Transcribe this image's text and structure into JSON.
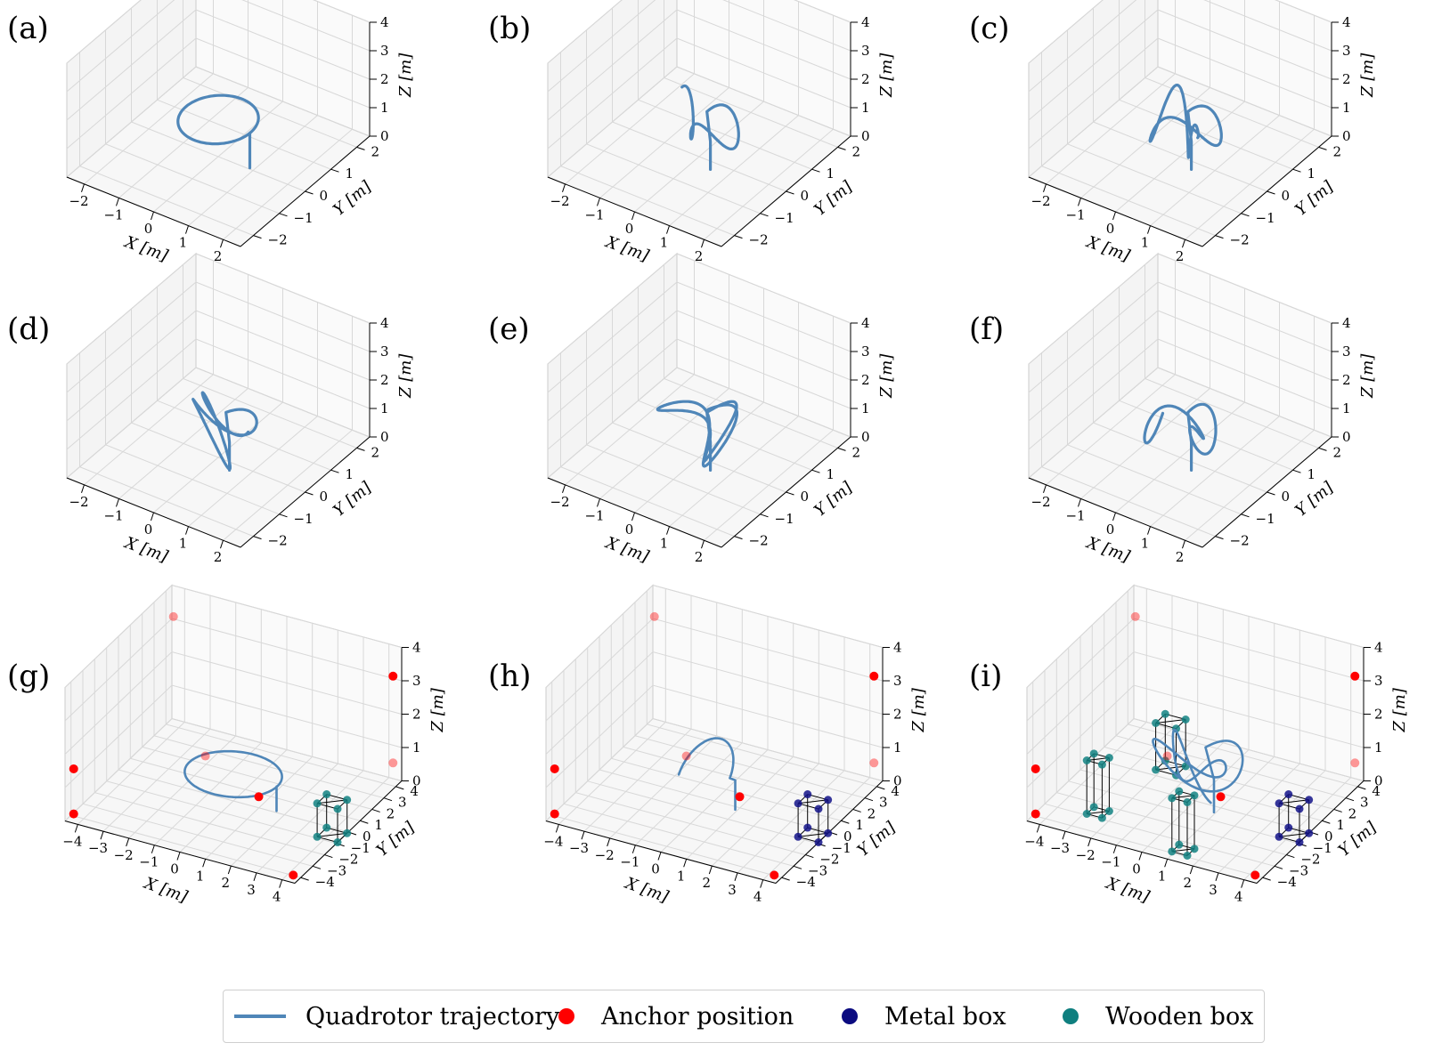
{
  "chart_data": [
    {
      "panel": "(a)",
      "type": "line3d",
      "row": 0,
      "trajectory": "circle",
      "zlabel": "Z [m]",
      "xlabel": "X [m]",
      "ylabel": "Y [m]",
      "xlim": [
        -2.5,
        2.5
      ],
      "ylim": [
        -2.5,
        2.5
      ],
      "zlim": [
        0,
        4
      ],
      "xticks": [
        "−2",
        "−1",
        "0",
        "1",
        "2"
      ],
      "yticks": [
        "−2",
        "−1",
        "0",
        "1",
        "2"
      ],
      "zticks": [
        "0",
        "1",
        "2",
        "3",
        "4"
      ]
    },
    {
      "panel": "(b)",
      "type": "line3d",
      "row": 0,
      "trajectory": "multi-loop",
      "zlabel": "Z [m]",
      "xlabel": "X [m]",
      "ylabel": "Y [m]",
      "xlim": [
        -2.5,
        2.5
      ],
      "ylim": [
        -2.5,
        2.5
      ],
      "zlim": [
        0,
        4
      ],
      "xticks": [
        "−2",
        "−1",
        "0",
        "1",
        "2"
      ],
      "yticks": [
        "−2",
        "−1",
        "0",
        "1",
        "2"
      ],
      "zticks": [
        "0",
        "1",
        "2",
        "3",
        "4"
      ]
    },
    {
      "panel": "(c)",
      "type": "line3d",
      "row": 0,
      "trajectory": "multi-loop",
      "zlabel": "Z [m]",
      "xlabel": "X [m]",
      "ylabel": "Y [m]",
      "xlim": [
        -2.5,
        2.5
      ],
      "ylim": [
        -2.5,
        2.5
      ],
      "zlim": [
        0,
        4
      ],
      "xticks": [
        "−2",
        "−1",
        "0",
        "1",
        "2"
      ],
      "yticks": [
        "−2",
        "−1",
        "0",
        "1",
        "2"
      ],
      "zticks": [
        "0",
        "1",
        "2",
        "3",
        "4"
      ]
    },
    {
      "panel": "(d)",
      "type": "line3d",
      "row": 1,
      "trajectory": "multi-loop",
      "zlabel": "Z [m]",
      "xlabel": "X [m]",
      "ylabel": "Y [m]",
      "xlim": [
        -2.5,
        2.5
      ],
      "ylim": [
        -2.5,
        2.5
      ],
      "zlim": [
        0,
        4
      ],
      "xticks": [
        "−2",
        "−1",
        "0",
        "1",
        "2"
      ],
      "yticks": [
        "−2",
        "−1",
        "0",
        "1",
        "2"
      ],
      "zticks": [
        "0",
        "1",
        "2",
        "3",
        "4"
      ]
    },
    {
      "panel": "(e)",
      "type": "line3d",
      "row": 1,
      "trajectory": "multi-loop",
      "zlabel": "Z [m]",
      "xlabel": "X [m]",
      "ylabel": "Y [m]",
      "xlim": [
        -2.5,
        2.5
      ],
      "ylim": [
        -2.5,
        2.5
      ],
      "zlim": [
        0,
        4
      ],
      "xticks": [
        "−2",
        "−1",
        "0",
        "1",
        "2"
      ],
      "yticks": [
        "−2",
        "−1",
        "0",
        "1",
        "2"
      ],
      "zticks": [
        "0",
        "1",
        "2",
        "3",
        "4"
      ]
    },
    {
      "panel": "(f)",
      "type": "line3d",
      "row": 1,
      "trajectory": "multi-loop",
      "zlabel": "Z [m]",
      "xlabel": "X [m]",
      "ylabel": "Y [m]",
      "xlim": [
        -2.5,
        2.5
      ],
      "ylim": [
        -2.5,
        2.5
      ],
      "zlim": [
        0,
        4
      ],
      "xticks": [
        "−2",
        "−1",
        "0",
        "1",
        "2"
      ],
      "yticks": [
        "−2",
        "−1",
        "0",
        "1",
        "2"
      ],
      "zticks": [
        "0",
        "1",
        "2",
        "3",
        "4"
      ]
    },
    {
      "panel": "(g)",
      "type": "line3d",
      "row": 2,
      "trajectory": "circle",
      "zlabel": "Z [m]",
      "xlabel": "X [m]",
      "ylabel": "Y [m]",
      "xlim": [
        -4.5,
        4.5
      ],
      "ylim": [
        -4.5,
        4.5
      ],
      "zlim": [
        0,
        4
      ],
      "xticks": [
        "−4",
        "−3",
        "−2",
        "−1",
        "0",
        "1",
        "2",
        "3",
        "4"
      ],
      "yticks": [
        "−4",
        "−3",
        "−2",
        "−1",
        "0",
        "1",
        "2",
        "3",
        "4"
      ],
      "zticks": [
        "0",
        "1",
        "2",
        "3",
        "4"
      ],
      "anchors": [
        [
          -4.3,
          4.2,
          3.2
        ],
        [
          4.3,
          4.2,
          3.2
        ],
        [
          -4.3,
          -4.2,
          1.5
        ],
        [
          4.3,
          -4.2,
          0.1
        ],
        [
          -4.3,
          -4.2,
          0.15
        ],
        [
          4.3,
          4.2,
          0.6
        ],
        [
          1.6,
          -1.3,
          0.9
        ],
        [
          -1.7,
          1.3,
          0.55
        ]
      ],
      "boxes": [
        {
          "kind": "wooden",
          "center": [
            4.1,
            -0.5
          ],
          "size": [
            0.8,
            0.8
          ],
          "height": 1.0
        }
      ]
    },
    {
      "panel": "(h)",
      "type": "line3d",
      "row": 2,
      "trajectory": "arc",
      "zlabel": "Z [m]",
      "xlabel": "X [m]",
      "ylabel": "Y [m]",
      "xlim": [
        -4.5,
        4.5
      ],
      "ylim": [
        -4.5,
        4.5
      ],
      "zlim": [
        0,
        4
      ],
      "xticks": [
        "−4",
        "−3",
        "−2",
        "−1",
        "0",
        "1",
        "2",
        "3",
        "4"
      ],
      "yticks": [
        "−4",
        "−3",
        "−2",
        "−1",
        "0",
        "1",
        "2",
        "3",
        "4"
      ],
      "zticks": [
        "0",
        "1",
        "2",
        "3",
        "4"
      ],
      "anchors": [
        [
          -4.3,
          4.2,
          3.2
        ],
        [
          4.3,
          4.2,
          3.2
        ],
        [
          -4.3,
          -4.2,
          1.5
        ],
        [
          4.3,
          -4.2,
          0.1
        ],
        [
          -4.3,
          -4.2,
          0.15
        ],
        [
          4.3,
          4.2,
          0.6
        ],
        [
          1.6,
          -1.3,
          0.9
        ],
        [
          -1.7,
          1.3,
          0.55
        ]
      ],
      "boxes": [
        {
          "kind": "metal",
          "center": [
            4.1,
            -0.5
          ],
          "size": [
            0.8,
            0.8
          ],
          "height": 1.0
        }
      ]
    },
    {
      "panel": "(i)",
      "type": "line3d",
      "row": 2,
      "trajectory": "multi-loop",
      "zlabel": "Z [m]",
      "xlabel": "X [m]",
      "ylabel": "Y [m]",
      "xlim": [
        -4.5,
        4.5
      ],
      "ylim": [
        -4.5,
        4.5
      ],
      "zlim": [
        0,
        4
      ],
      "xticks": [
        "−4",
        "−3",
        "−2",
        "−1",
        "0",
        "1",
        "2",
        "3",
        "4"
      ],
      "yticks": [
        "−4",
        "−3",
        "−2",
        "−1",
        "0",
        "1",
        "2",
        "3",
        "4"
      ],
      "zticks": [
        "0",
        "1",
        "2",
        "3",
        "4"
      ],
      "anchors": [
        [
          -4.3,
          4.2,
          3.2
        ],
        [
          4.3,
          4.2,
          3.2
        ],
        [
          -4.3,
          -4.2,
          1.5
        ],
        [
          4.3,
          -4.2,
          0.1
        ],
        [
          -4.3,
          -4.2,
          0.15
        ],
        [
          4.3,
          4.2,
          0.6
        ],
        [
          1.6,
          -1.3,
          0.9
        ],
        [
          -1.7,
          1.3,
          0.55
        ]
      ],
      "boxes": [
        {
          "kind": "metal",
          "center": [
            4.1,
            -0.5
          ],
          "size": [
            0.8,
            0.8
          ],
          "height": 1.0
        },
        {
          "kind": "wooden",
          "center": [
            -1.8,
            1.8
          ],
          "size": [
            0.8,
            0.8
          ],
          "height": 1.4
        },
        {
          "kind": "wooden",
          "center": [
            -2.6,
            -2.6
          ],
          "size": [
            0.6,
            0.6
          ],
          "height": 1.6
        },
        {
          "kind": "wooden",
          "center": [
            1.2,
            -3.6
          ],
          "size": [
            0.6,
            0.6
          ],
          "height": 1.6
        }
      ]
    }
  ],
  "legend": {
    "items": [
      {
        "label": "Quadrotor trajectory",
        "kind": "line",
        "color": "#4f86b8"
      },
      {
        "label": "Anchor position",
        "kind": "dot",
        "color": "#ff0000"
      },
      {
        "label": "Metal box",
        "kind": "dot",
        "color": "#0b0b80"
      },
      {
        "label": "Wooden box",
        "kind": "dot",
        "color": "#0f7f7f"
      }
    ]
  },
  "colors": {
    "trajectory": "#4f86b8",
    "anchor": "#ff0000",
    "metal": "#14148a",
    "wooden": "#138383",
    "grid": "#d8d8d8"
  }
}
